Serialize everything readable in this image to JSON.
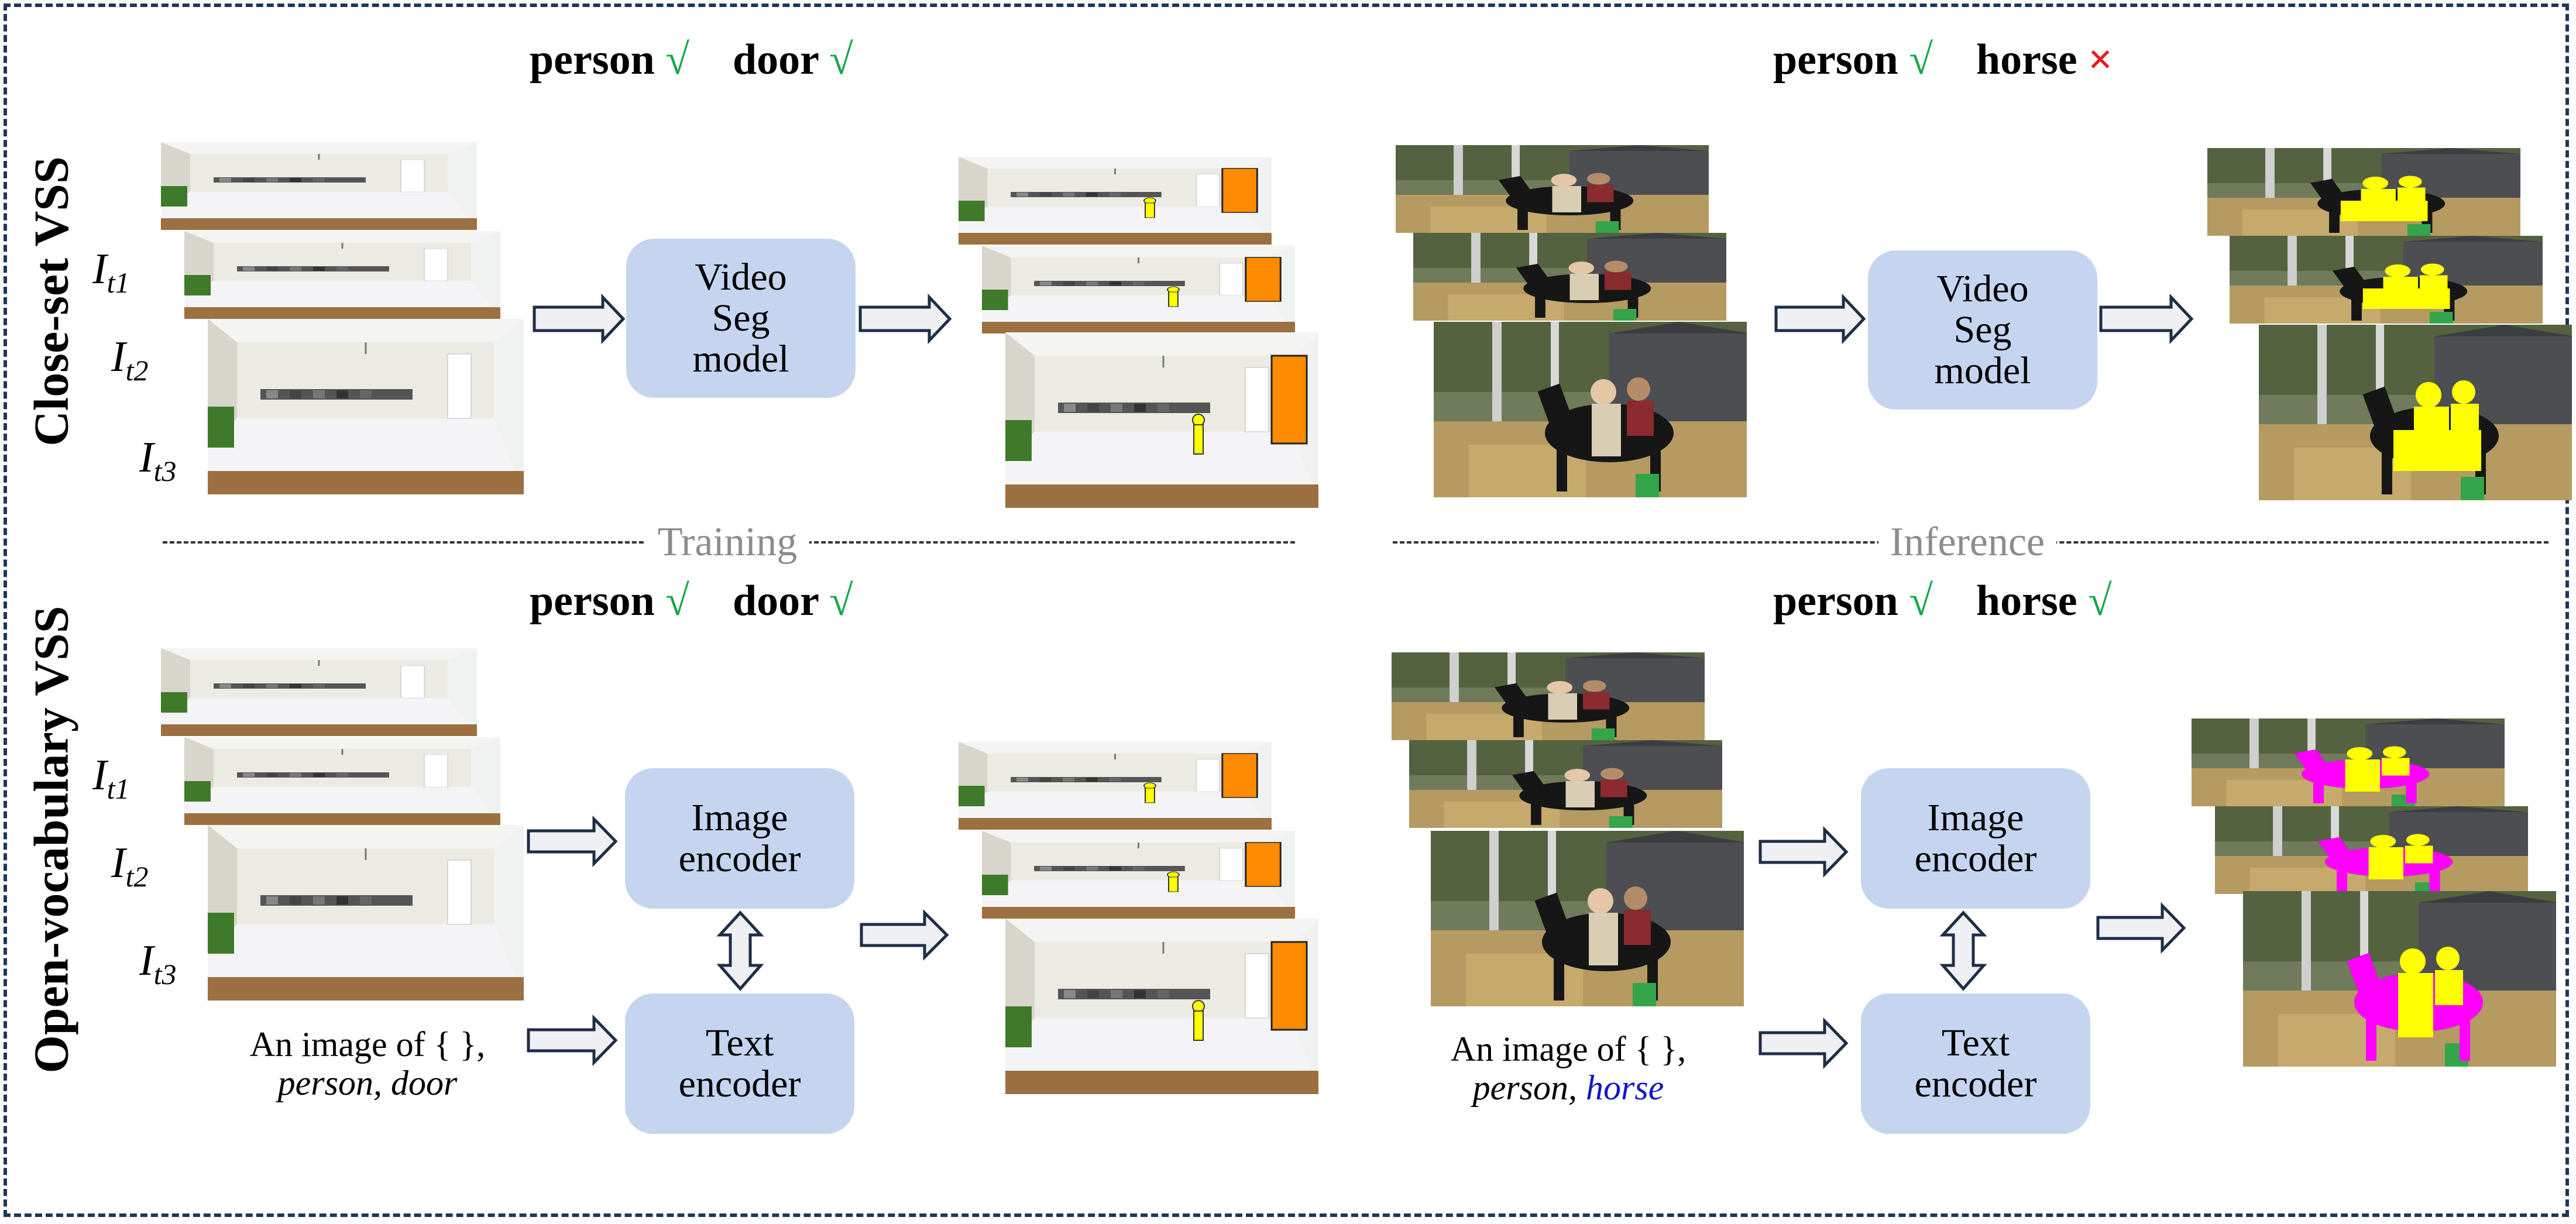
{
  "row_labels": {
    "top": "Close-set VSS",
    "bottom": "Open-vocabulary VSS"
  },
  "status": {
    "top_left": [
      {
        "word": "person",
        "mark": "√",
        "ok": true
      },
      {
        "word": "door",
        "mark": "√",
        "ok": true
      }
    ],
    "top_right": [
      {
        "word": "person",
        "mark": "√",
        "ok": true
      },
      {
        "word": "horse",
        "mark": "×",
        "ok": false
      }
    ],
    "bottom_left": [
      {
        "word": "person",
        "mark": "√",
        "ok": true
      },
      {
        "word": "door",
        "mark": "√",
        "ok": true
      }
    ],
    "bottom_right": [
      {
        "word": "person",
        "mark": "√",
        "ok": true
      },
      {
        "word": "horse",
        "mark": "√",
        "ok": true
      }
    ]
  },
  "boxes": {
    "video_seg_train": [
      "Video",
      "Seg",
      "model"
    ],
    "video_seg_infer": [
      "Video",
      "Seg",
      "model"
    ],
    "image_encoder_train": [
      "Image",
      "encoder"
    ],
    "text_encoder_train": [
      "Text",
      "encoder"
    ],
    "image_encoder_infer": [
      "Image",
      "encoder"
    ],
    "text_encoder_infer": [
      "Text",
      "encoder"
    ]
  },
  "dividers": {
    "training": "Training",
    "inference": "Inference"
  },
  "frame_labels": [
    {
      "base": "I",
      "sub": "t1"
    },
    {
      "base": "I",
      "sub": "t2"
    },
    {
      "base": "I",
      "sub": "t3"
    }
  ],
  "captions": {
    "train": {
      "line1": "An image of { },",
      "line2_a": "person, door",
      "line2_b": ""
    },
    "infer": {
      "line1": "An image of { },",
      "line2_a": "person, ",
      "line2_b": "horse"
    }
  },
  "colors": {
    "box": "#c5d5f0",
    "ok": "#12a84a",
    "bad": "#e8191b",
    "frame": "#1f3657",
    "mask_person": "#ffff00",
    "mask_door": "#ff8c00",
    "mask_horse": "#ff00ff"
  }
}
